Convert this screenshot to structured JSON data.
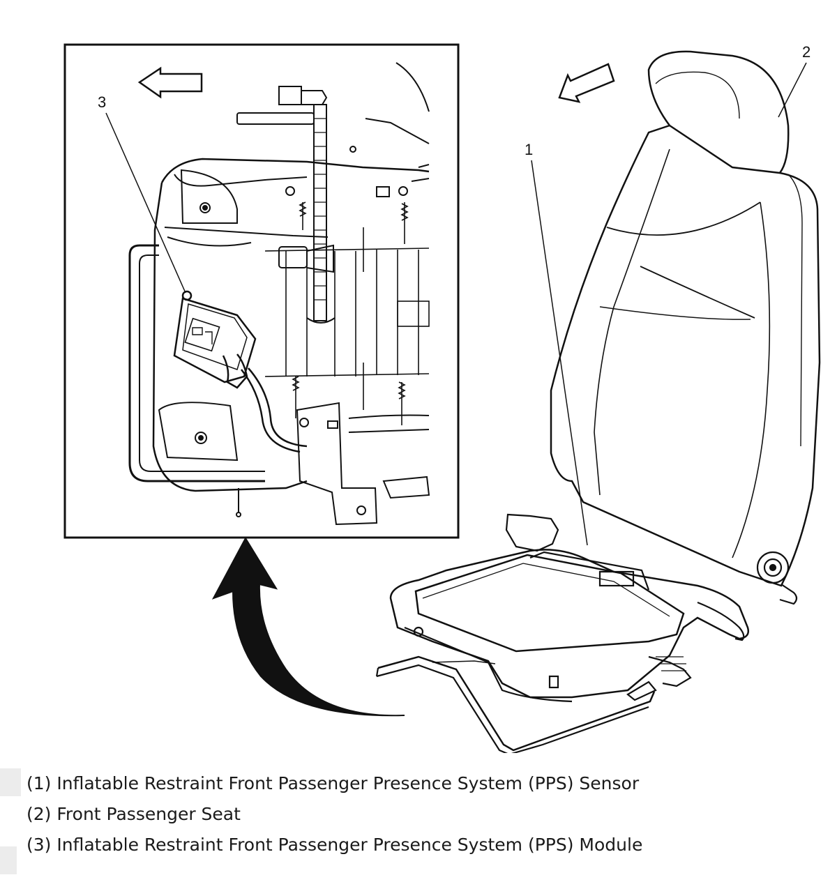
{
  "callouts": {
    "one": "1",
    "two": "2",
    "three": "3"
  },
  "legend": [
    {
      "text": "(1) Inflatable Restraint Front Passenger Presence System (PPS) Sensor"
    },
    {
      "text": "(2) Front Passenger Seat"
    },
    {
      "text": "(3) Inflatable Restraint Front Passenger Presence System (PPS) Module"
    }
  ],
  "colors": {
    "line": "#111111",
    "arrow_fill": "#111111",
    "background": "#ffffff"
  }
}
